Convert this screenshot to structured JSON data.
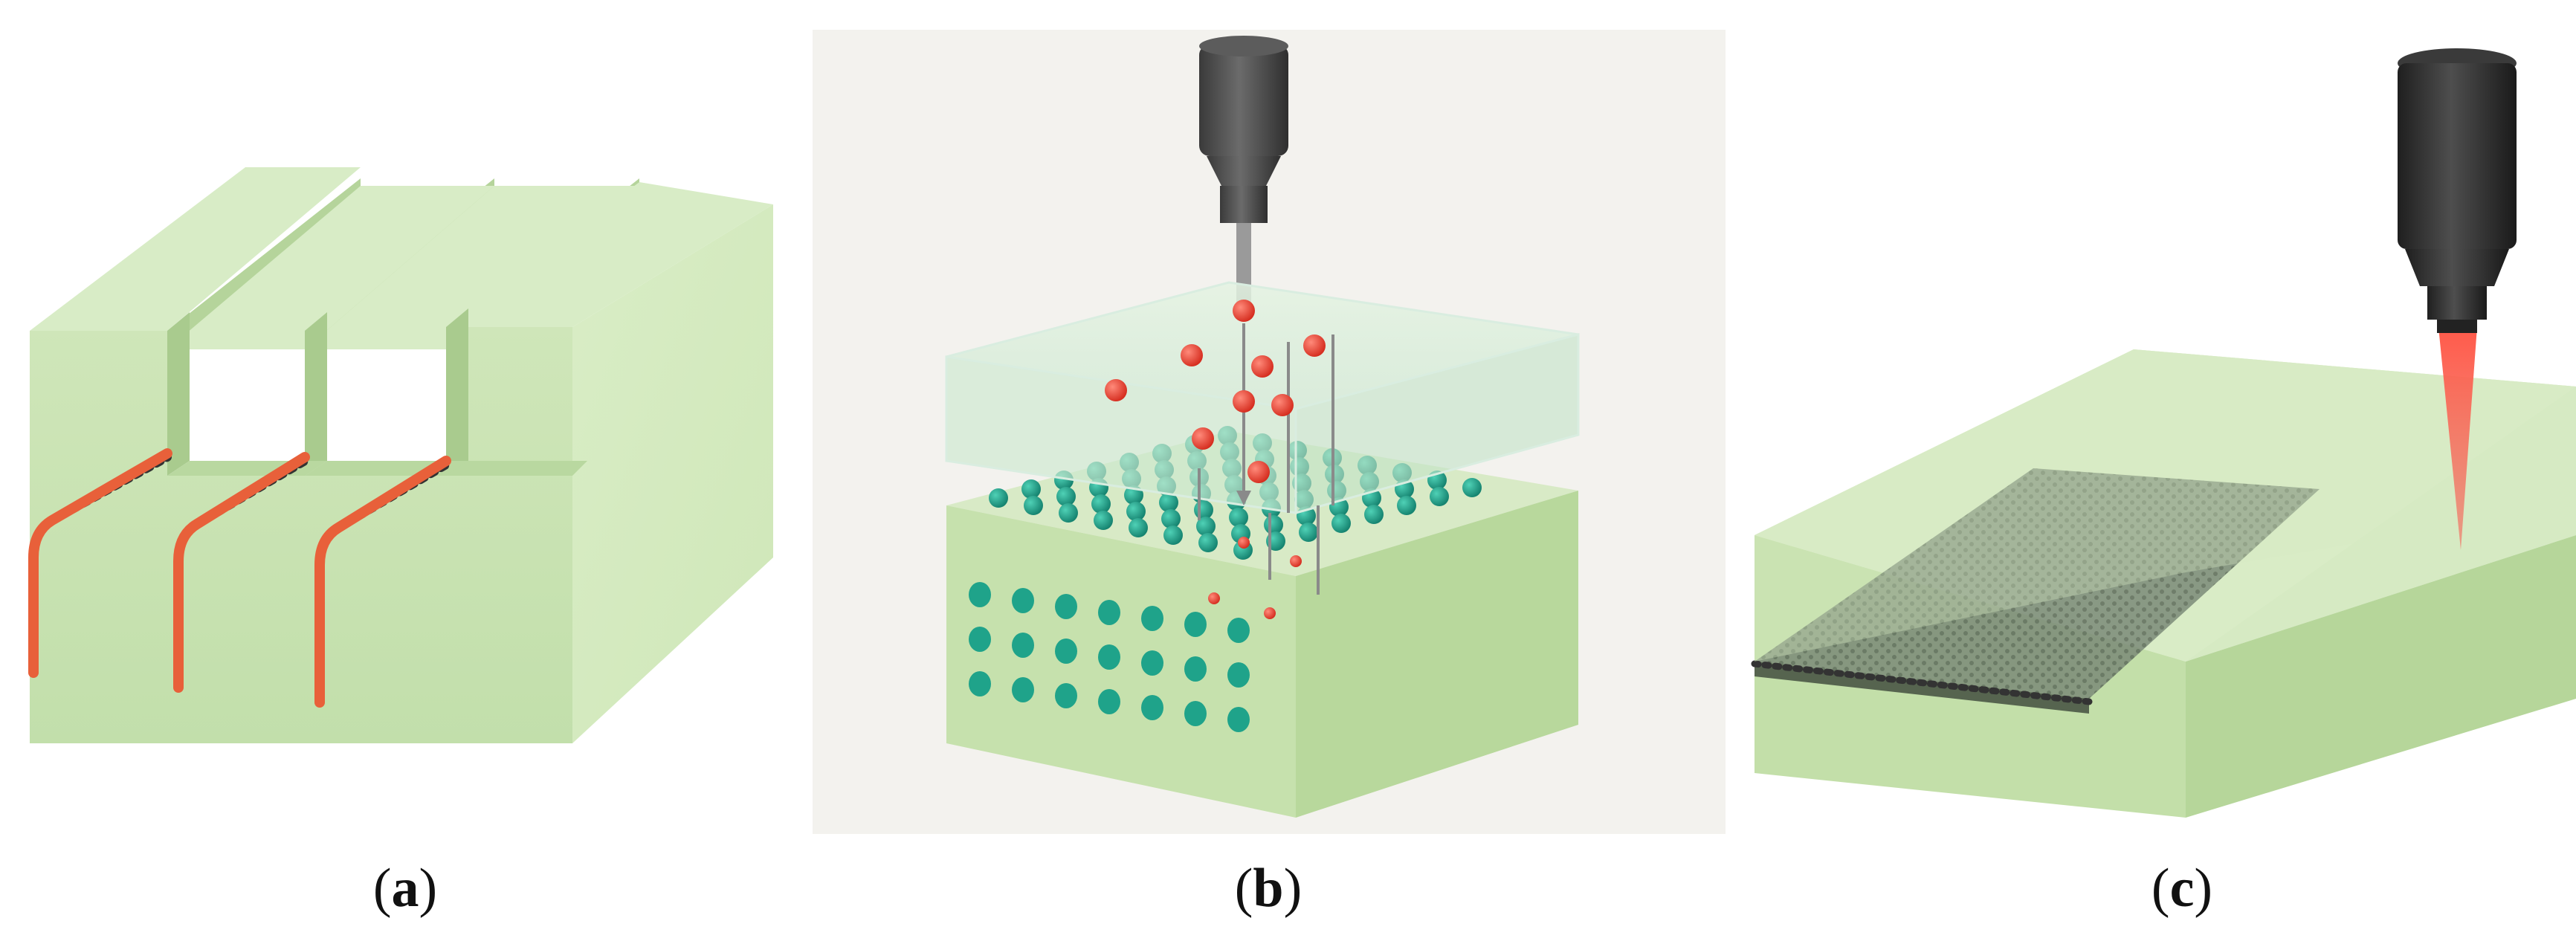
{
  "figure": {
    "captions": {
      "a_open": "(",
      "a_letter": "a",
      "a_close": ")",
      "b_open": "(",
      "b_letter": "b",
      "b_close": ")",
      "c_open": "(",
      "c_letter": "c",
      "c_close": ")"
    },
    "colors": {
      "green_top": "#d6ebc4",
      "green_front": "#c6e2b0",
      "green_side": "#d3eabd",
      "fiber_orange": "#e8603a",
      "particle_red": "#e0392b",
      "particle_teal": "#1a9b85",
      "nozzle_dark": "#4a4a4a",
      "laser_red": "#f05040",
      "panel_b_background": "#f3f2ee"
    },
    "icons": {
      "panel_a": "grooved-substrate-with-fibers",
      "panel_b": "particle-deposition-nozzle",
      "panel_c": "laser-writing-head"
    }
  }
}
